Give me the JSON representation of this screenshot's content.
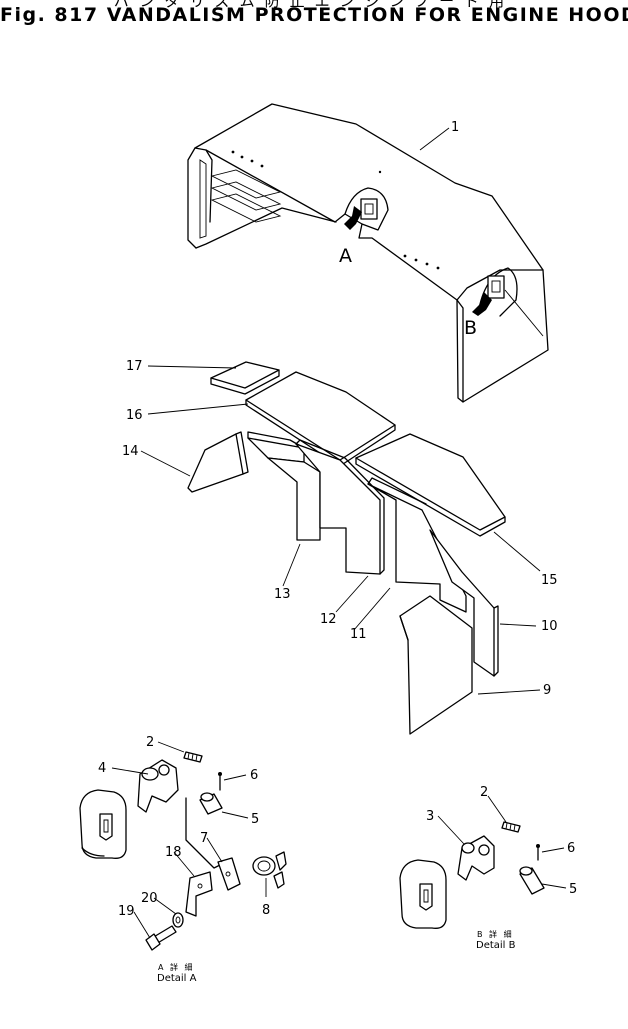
{
  "figure": {
    "title_jp": "バンダリズム防止エンジンフード用",
    "title": "Fig. 817  VANDALISM PROTECTION FOR ENGINE HOOD"
  },
  "callouts": {
    "p1": "1",
    "p2a": "2",
    "p2b": "2",
    "p3": "3",
    "p4": "4",
    "p5a": "5",
    "p5b": "5",
    "p6a": "6",
    "p6b": "6",
    "p7": "7",
    "p8": "8",
    "p9": "9",
    "p10": "10",
    "p11": "11",
    "p12": "12",
    "p13": "13",
    "p14": "14",
    "p15": "15",
    "p16": "16",
    "p17": "17",
    "p18": "18",
    "p19": "19",
    "p20": "20"
  },
  "view_markers": {
    "a": "A",
    "b": "B"
  },
  "details": {
    "a_jp": "A 詳 細",
    "a_label": "Detail A",
    "b_jp": "B 詳 細",
    "b_label": "Detail B"
  }
}
